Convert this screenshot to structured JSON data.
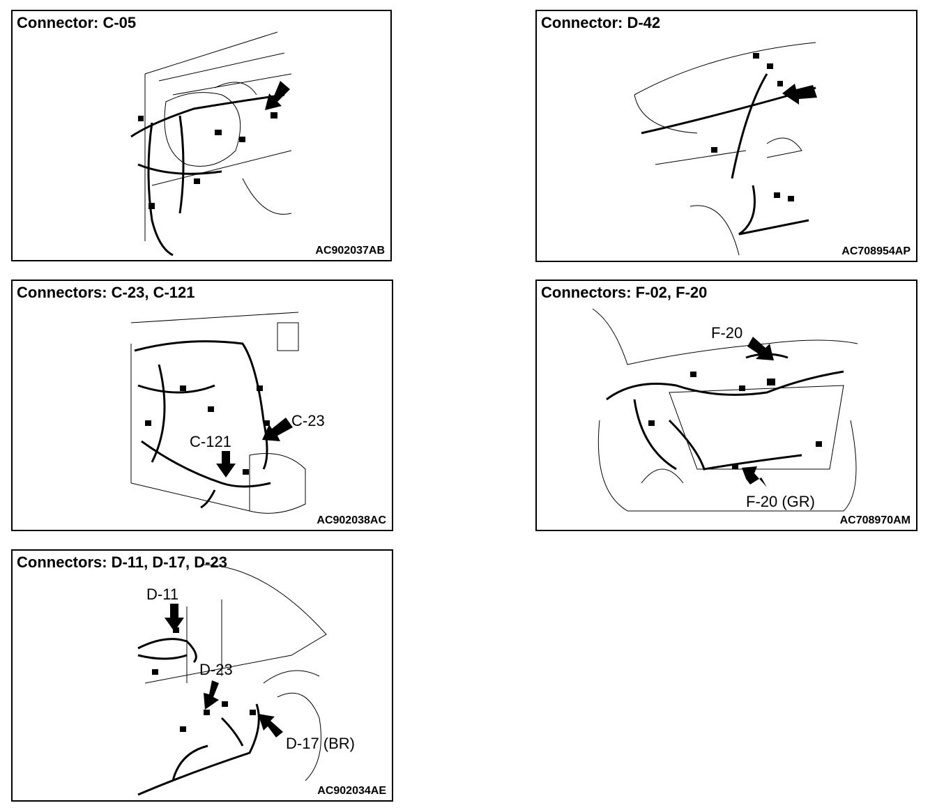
{
  "panels": [
    {
      "title": "Connector: C-05",
      "code": "AC902037AB",
      "callouts": []
    },
    {
      "title": "Connector: D-42",
      "code": "AC708954AP",
      "callouts": []
    },
    {
      "title": "Connectors: C-23, C-121",
      "code": "AC902038AC",
      "callouts": [
        "C-23",
        "C-121"
      ]
    },
    {
      "title": "Connectors: F-02, F-20",
      "code": "AC708970AM",
      "callouts": [
        "F-20",
        "F-20 (GR)"
      ]
    },
    {
      "title": "Connectors: D-11, D-17, D-23",
      "code": "AC902034AE",
      "callouts": [
        "D-11",
        "D-23",
        "D-17 (BR)"
      ]
    }
  ]
}
